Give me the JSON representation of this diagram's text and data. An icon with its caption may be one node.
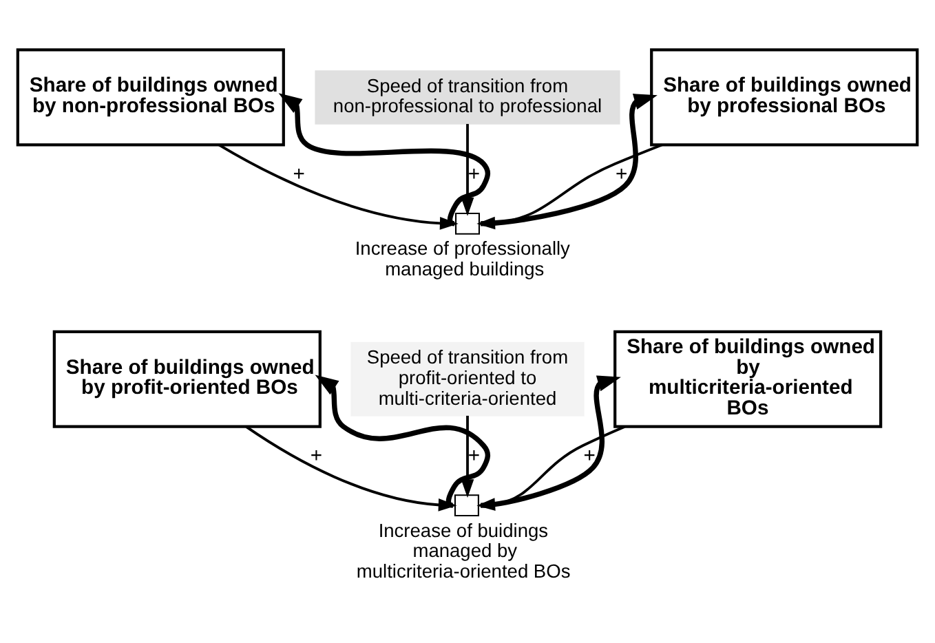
{
  "diagram": {
    "nodes": [
      {
        "text": [
          "Speed of transition from non-professional to professional"
        ]
      },
      {
        "text": [
          "Share of buildings owned by non-professional BOs"
        ]
      },
      {
        "text": [
          "Increase of professionally managed buildings"
        ]
      },
      {
        "text": [
          "Share of buildings owned by professional BOs"
        ]
      },
      {
        "text": [
          "Speed of transition from profit-oriented to multi-criteria-oriented"
        ]
      },
      {
        "text": [
          "Share of buildings owned by profit-oriented BOs"
        ]
      },
      {
        "text": [
          "Increase of buidings managed by multicriteria-oriented BOs"
        ]
      },
      {
        "text": [
          "Share of buildings owned by multicriteria-oriented BOs"
        ]
      }
    ],
    "edges": [
      {
        "from": 0,
        "to": 2,
        "arrow": "to",
        "label": "+"
      },
      {
        "from": 1,
        "to": 2,
        "arrow": "to",
        "label": "+"
      },
      {
        "from": 3,
        "to": 2,
        "arrow": "to",
        "label": "+"
      },
      {
        "from": 2,
        "to": 1,
        "arrow": "to",
        "style": "thick"
      },
      {
        "from": 2,
        "to": 3,
        "arrow": "to",
        "style": "thick"
      },
      {
        "from": 4,
        "to": 6,
        "arrow": "to",
        "label": "+"
      },
      {
        "from": 5,
        "to": 6,
        "arrow": "to",
        "label": "+"
      },
      {
        "from": 7,
        "to": 6,
        "arrow": "to",
        "label": "+"
      },
      {
        "from": 6,
        "to": 5,
        "arrow": "to",
        "style": "thick"
      },
      {
        "from": 6,
        "to": 7,
        "arrow": "to",
        "style": "thick"
      }
    ]
  }
}
